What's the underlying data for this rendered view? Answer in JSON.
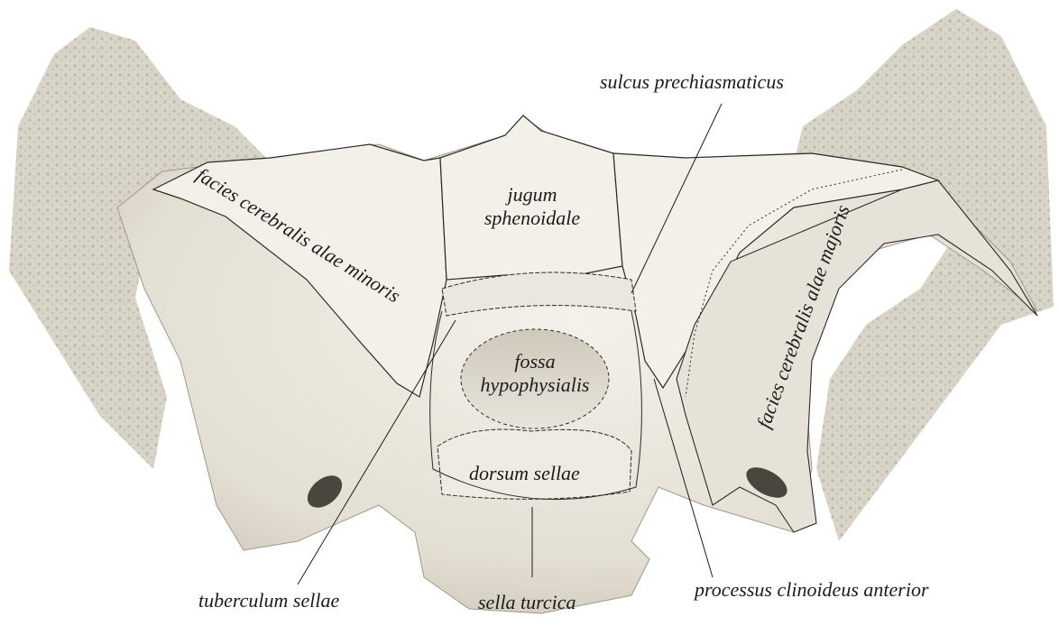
{
  "figure": {
    "colors": {
      "background": "#ffffff",
      "bone_light": "#f1eee6",
      "bone_mid": "#ddd8cb",
      "bone_shadow": "#b9b3a3",
      "outline": "#2a2a2a",
      "label_text": "#1c1c1c"
    },
    "labels": {
      "sulcus_prechiasmaticus": "sulcus prechiasmaticus",
      "facies_cerebralis_alae_minoris": "facies cerebralis alae minoris",
      "jugum_line1": "jugum",
      "jugum_line2": "sphenoidale",
      "fossa_line1": "fossa",
      "fossa_line2": "hypophysialis",
      "dorsum_sellae": "dorsum sellae",
      "facies_cerebralis_alae_majoris": "facies cerebralis alae majoris",
      "tuberculum_sellae": "tuberculum sellae",
      "sella_turcica": "sella turcica",
      "processus_clinoideus_anterior": "processus clinoideus anterior"
    }
  }
}
